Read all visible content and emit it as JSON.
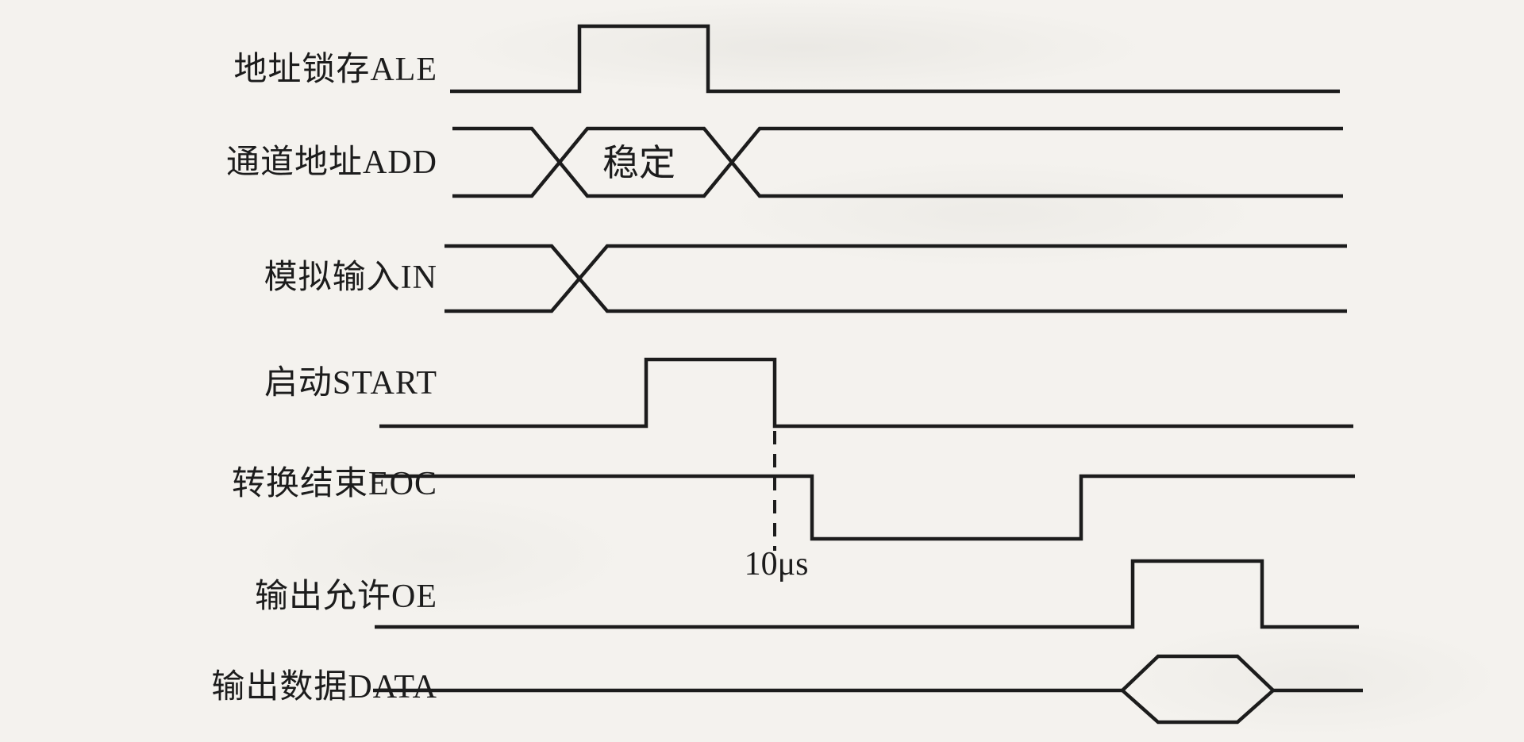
{
  "page": {
    "kind": "timing-diagram-scan",
    "ink_color": "#1c1c1c",
    "paper_color": "#f4f2ee"
  },
  "diagram": {
    "signals": [
      {
        "id": "ale",
        "label": "地址锁存ALE",
        "type": "pulse",
        "description": "single positive pulse"
      },
      {
        "id": "add",
        "label": "通道地址ADD",
        "type": "bus",
        "bus_label": "稳定",
        "description": "bus with two crossovers, stable section between"
      },
      {
        "id": "in",
        "label": "模拟输入IN",
        "type": "bus",
        "description": "bus with one crossover"
      },
      {
        "id": "start",
        "label": "启动START",
        "type": "pulse",
        "description": "single positive pulse, falling edge marks conversion start"
      },
      {
        "id": "eoc",
        "label": "转换结束EOC",
        "type": "pulse",
        "description": "high, goes low during conversion, returns high"
      },
      {
        "id": "oe",
        "label": "输出允许OE",
        "type": "pulse",
        "description": "low with late positive pulse"
      },
      {
        "id": "data",
        "label": "输出数据DATA",
        "type": "bus",
        "description": "line with data-valid hexagon during OE pulse"
      }
    ],
    "annotations": {
      "conversion_time": "10μs"
    }
  }
}
